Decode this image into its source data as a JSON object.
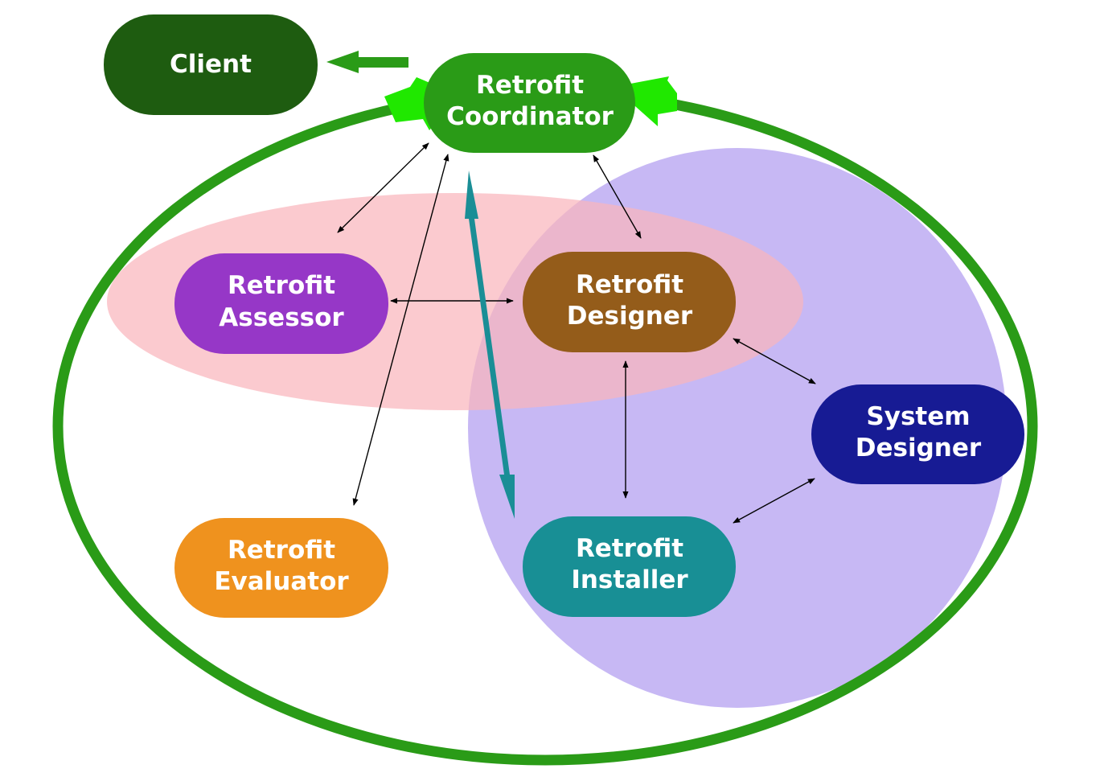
{
  "nodes": {
    "client": {
      "label": "Client",
      "color": "#1e5c10"
    },
    "coordinator": {
      "line1": "Retrofit",
      "line2": "Coordinator",
      "color": "#2a9b17"
    },
    "assessor": {
      "line1": "Retrofit",
      "line2": "Assessor",
      "color": "#9637c7"
    },
    "designer": {
      "line1": "Retrofit",
      "line2": "Designer",
      "color": "#945c1a"
    },
    "system_designer": {
      "line1": "System",
      "line2": "Designer",
      "color": "#171b94"
    },
    "evaluator": {
      "line1": "Retrofit",
      "line2": "Evaluator",
      "color": "#ef921e"
    },
    "installer": {
      "line1": "Retrofit",
      "line2": "Installer",
      "color": "#188f95"
    }
  },
  "colors": {
    "outer_ring": "#2a9b17",
    "red_region": "#f9b5bd",
    "purple_region": "#c7b8f4",
    "bright_arrow": "#20e800",
    "teal_arrow": "#1a8e96",
    "connector": "#000000"
  }
}
